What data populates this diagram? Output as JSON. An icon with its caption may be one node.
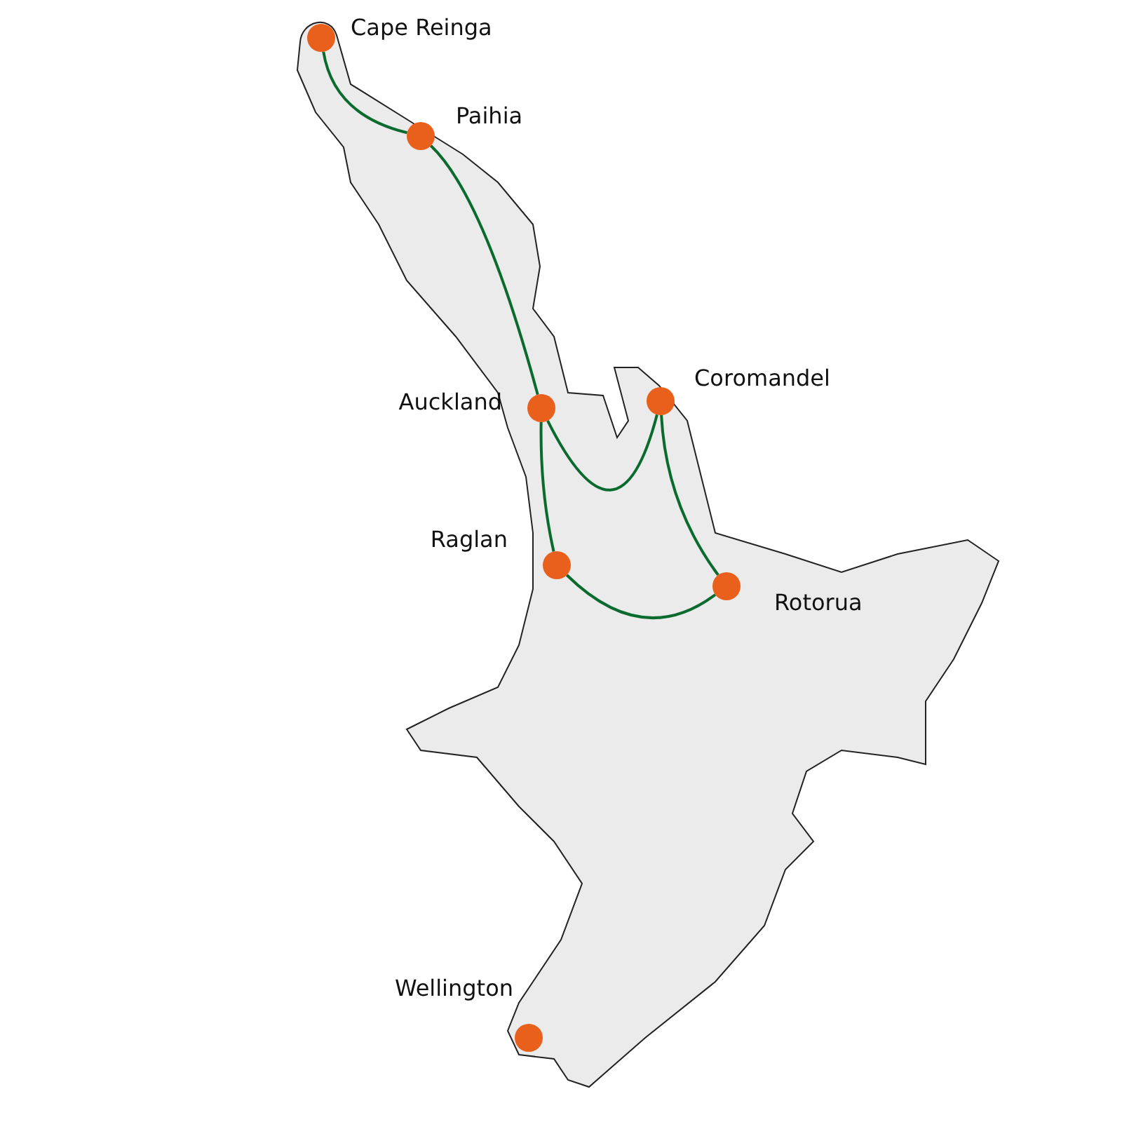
{
  "diagram": {
    "nodes": [
      {
        "text": [],
        "shape": "circle",
        "beside": [
          "Cape Reinga"
        ]
      },
      {
        "text": [],
        "shape": "circle",
        "beside": [
          "Paihia"
        ]
      },
      {
        "text": [],
        "shape": "circle",
        "beside": [
          "Auckland"
        ]
      },
      {
        "text": [],
        "shape": "circle",
        "beside": [
          "Coromandel"
        ]
      },
      {
        "text": [],
        "shape": "circle",
        "beside": [
          "Raglan"
        ]
      },
      {
        "text": [],
        "shape": "circle",
        "beside": [
          "Rotorua"
        ]
      },
      {
        "text": [],
        "shape": "circle",
        "beside": [
          "Wellington"
        ]
      }
    ],
    "edges": [
      {
        "from": 0,
        "to": 1,
        "arrow": "none"
      },
      {
        "from": 1,
        "to": 2,
        "arrow": "none"
      },
      {
        "from": 2,
        "to": 3,
        "arrow": "none"
      },
      {
        "from": 2,
        "to": 4,
        "arrow": "none"
      },
      {
        "from": 3,
        "to": 5,
        "arrow": "none"
      },
      {
        "from": 4,
        "to": 5,
        "arrow": "none"
      }
    ]
  }
}
